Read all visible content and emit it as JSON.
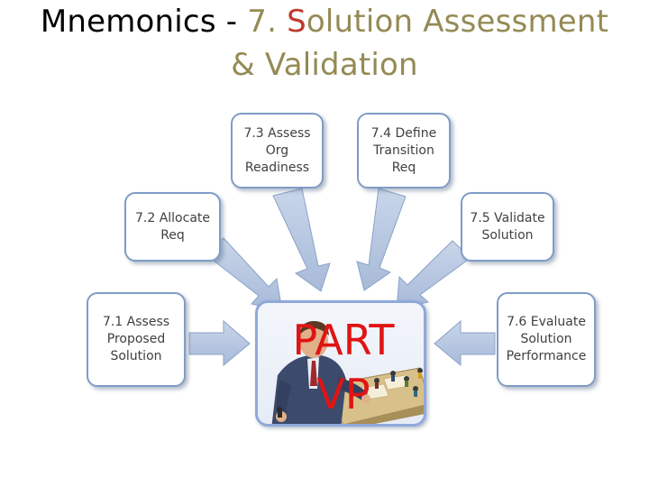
{
  "title": {
    "part1": "Mnemonics - ",
    "part2": "7. ",
    "part3": "S",
    "part4": "olution Assessment",
    "part5": "& Validation"
  },
  "boxes": {
    "b73": "7.3 Assess\nOrg\nReadiness",
    "b74": "7.4 Define\nTransition\nReq",
    "b72": "7.2 Allocate\nReq",
    "b75": "7.5 Validate\nSolution",
    "b71": "7.1 Assess\nProposed\nSolution",
    "b76": "7.6 Evaluate\nSolution\nPerformance"
  },
  "center": {
    "line1": "PART",
    "line2": "VP"
  },
  "colors": {
    "title_accent": "#948a54",
    "title_red": "#c0392b",
    "box_border": "#7f9cc6",
    "arrow_fill": "#b8c8e0",
    "center_text": "#e01414"
  }
}
